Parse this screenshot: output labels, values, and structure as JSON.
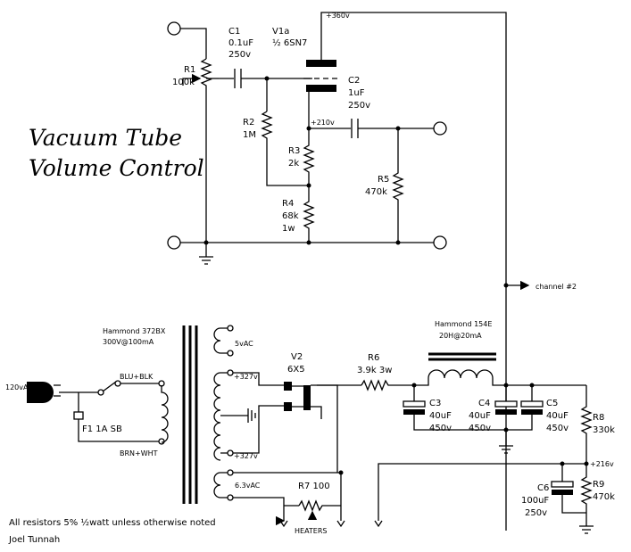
{
  "title": {
    "line1": "Vacuum Tube",
    "line2": "Volume Control"
  },
  "parts": {
    "c1": {
      "ref": "C1",
      "value": "0.1uF",
      "rating": "250v"
    },
    "v1a": {
      "ref": "V1a",
      "type": "½ 6SN7"
    },
    "c2": {
      "ref": "C2",
      "value": "1uF",
      "rating": "250v"
    },
    "r1": {
      "ref": "R1",
      "value": "100k"
    },
    "r2": {
      "ref": "R2",
      "value": "1M"
    },
    "r3": {
      "ref": "R3",
      "value": "2k"
    },
    "r4": {
      "ref": "R4",
      "value": "68k",
      "rating": "1w"
    },
    "r5": {
      "ref": "R5",
      "value": "470k"
    },
    "v2": {
      "ref": "V2",
      "type": "6X5"
    },
    "r6": {
      "ref": "R6",
      "value": "3.9k 3w"
    },
    "c3": {
      "ref": "C3",
      "value": "40uF",
      "rating": "450v"
    },
    "c4": {
      "ref": "C4",
      "value": "40uF",
      "rating": "450v"
    },
    "c5": {
      "ref": "C5",
      "value": "40uF",
      "rating": "450v"
    },
    "r8": {
      "ref": "R8",
      "value": "330k"
    },
    "r9": {
      "ref": "R9",
      "value": "470k"
    },
    "c6": {
      "ref": "C6",
      "value": "100uF",
      "rating": "250v"
    },
    "r7": {
      "ref": "R7 100"
    },
    "f1": {
      "ref": "F1 1A SB"
    }
  },
  "transformer": {
    "name": "Hammond 372BX",
    "rating": "300V@100mA",
    "tap_5v": "5vAC",
    "tap_327a": "+327v",
    "tap_327b": "+327v",
    "tap_63v": "6.3vAC",
    "wire_top": "BLU+BLK",
    "wire_bottom": "BRN+WHT"
  },
  "choke": {
    "name": "Hammond 154E",
    "rating": "20H@20mA"
  },
  "voltages": {
    "b360": "+360v",
    "b210": "+210v",
    "b216": "+216v"
  },
  "labels": {
    "channel": "channel #2",
    "mains": "120vAC",
    "heaters": "HEATERS"
  },
  "notes": {
    "resistors": "All resistors 5% ½watt unless otherwise noted",
    "author": "Joel Tunnah"
  }
}
